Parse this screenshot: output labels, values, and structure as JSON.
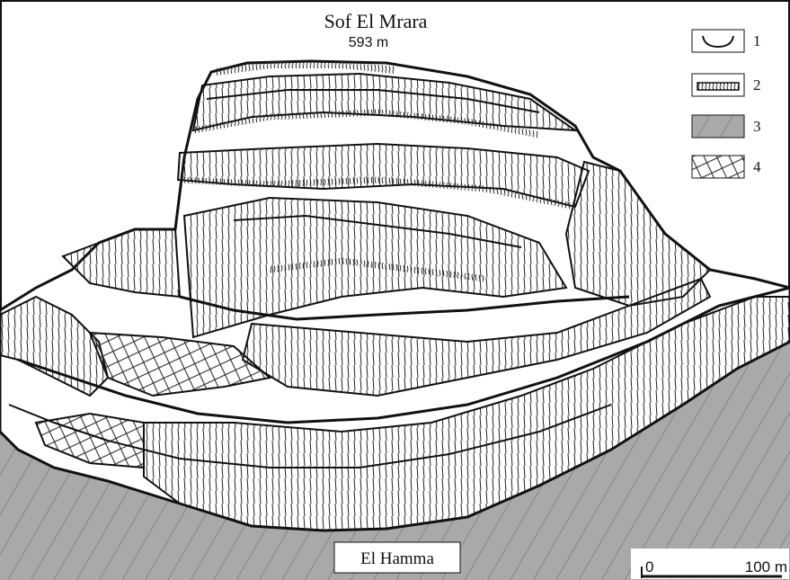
{
  "summit": {
    "name": "Sof El Mrara",
    "elevation": "593 m"
  },
  "place_label": "El Hamma",
  "legend": {
    "items": [
      {
        "number": "1",
        "symbol": "trough-outline-icon"
      },
      {
        "number": "2",
        "symbol": "hatched-ledge-icon"
      },
      {
        "number": "3",
        "symbol": "grey-diagonal-hatch-icon"
      },
      {
        "number": "4",
        "symbol": "crosshatch-icon"
      }
    ]
  },
  "scale_bar": {
    "start_label": "0",
    "end_label": "100 m"
  },
  "colors": {
    "grey_plain": "#a9a9a9",
    "outline": "#111111",
    "background": "#ffffff"
  }
}
